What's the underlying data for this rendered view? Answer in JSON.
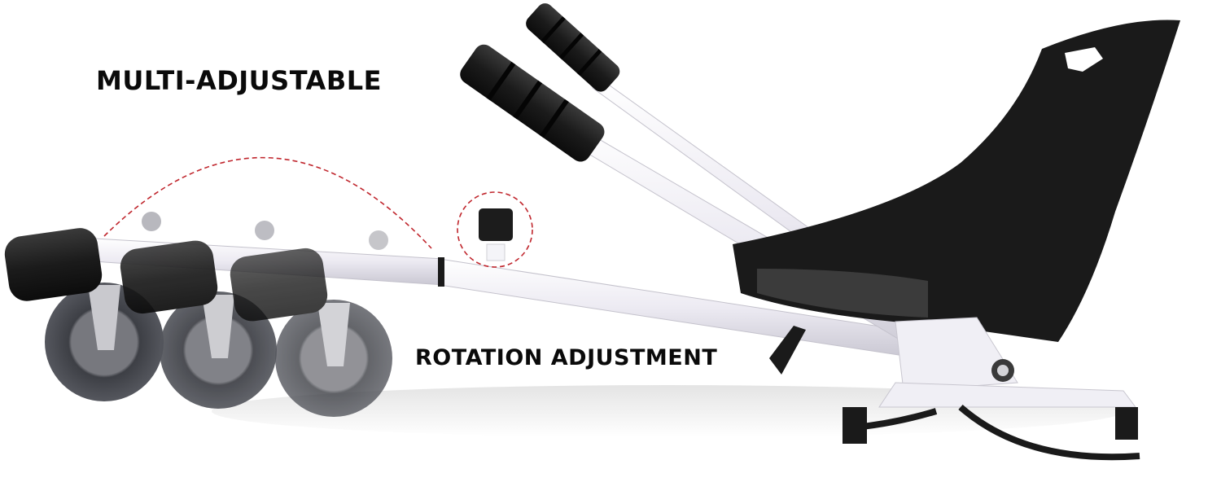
{
  "product": {
    "name": "hoverboard kart seat attachment",
    "frame_color": "#f2f1f6",
    "seat_color": "#1a1a1a",
    "wheel_color": "#5f6168",
    "accent_color": "#c0262d"
  },
  "labels": {
    "multi_adjustable": "MULTI-ADJUSTABLE",
    "rotation_adjustment": "ROTATION ADJUSTMENT"
  },
  "callouts": {
    "adjust_arc": "dashed red arc over three wheel positions",
    "knob_circle": "dashed red circle around adjustment knob"
  }
}
